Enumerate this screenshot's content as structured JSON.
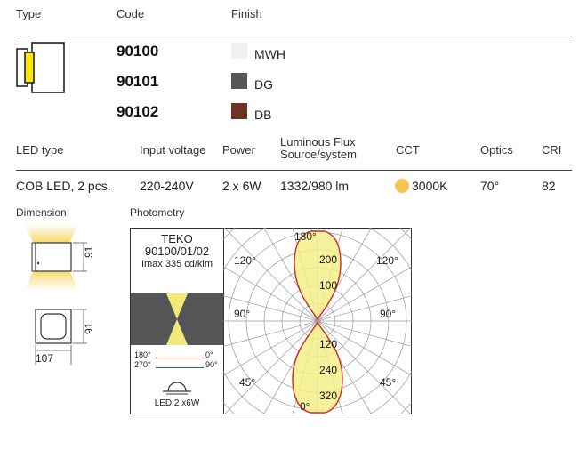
{
  "header": {
    "type": "Type",
    "code": "Code",
    "finish": "Finish"
  },
  "products": [
    {
      "code": "90100",
      "finish": "MWH",
      "color": "#f2f2f2"
    },
    {
      "code": "90101",
      "finish": "DG",
      "color": "#555555"
    },
    {
      "code": "90102",
      "finish": "DB",
      "color": "#6b3426"
    }
  ],
  "specs": {
    "headers": {
      "led_type": "LED type",
      "input_voltage": "Input voltage",
      "power": "Power",
      "flux_line1": "Luminous Flux",
      "flux_line2": "Source/system",
      "cct": "CCT",
      "optics": "Optics",
      "cri": "CRI"
    },
    "values": {
      "led_type": "COB LED, 2 pcs.",
      "input_voltage": "220-240V",
      "power": "2 x 6W",
      "flux": "1332/980 lm",
      "cct": "3000K",
      "optics": "70°",
      "cri": "82"
    },
    "cct_color": "#f6c451"
  },
  "sections": {
    "dimension": "Dimension",
    "photometry": "Photometry"
  },
  "dimension": {
    "height": "91",
    "height2": "91",
    "width": "107"
  },
  "photometry_panel": {
    "name": "TEKO",
    "codes": "90100/01/02",
    "imax": "Imax 335 cd/klm",
    "legend_180": "180°",
    "legend_0": "0°",
    "legend_270": "270°",
    "legend_90": "90°",
    "led": "LED 2 x6W"
  },
  "polar": {
    "angle_labels": [
      "180°",
      "120°",
      "120°",
      "90°",
      "90°",
      "45°",
      "45°",
      "0°"
    ],
    "value_labels": [
      "200",
      "100",
      "120",
      "240",
      "320"
    ]
  }
}
